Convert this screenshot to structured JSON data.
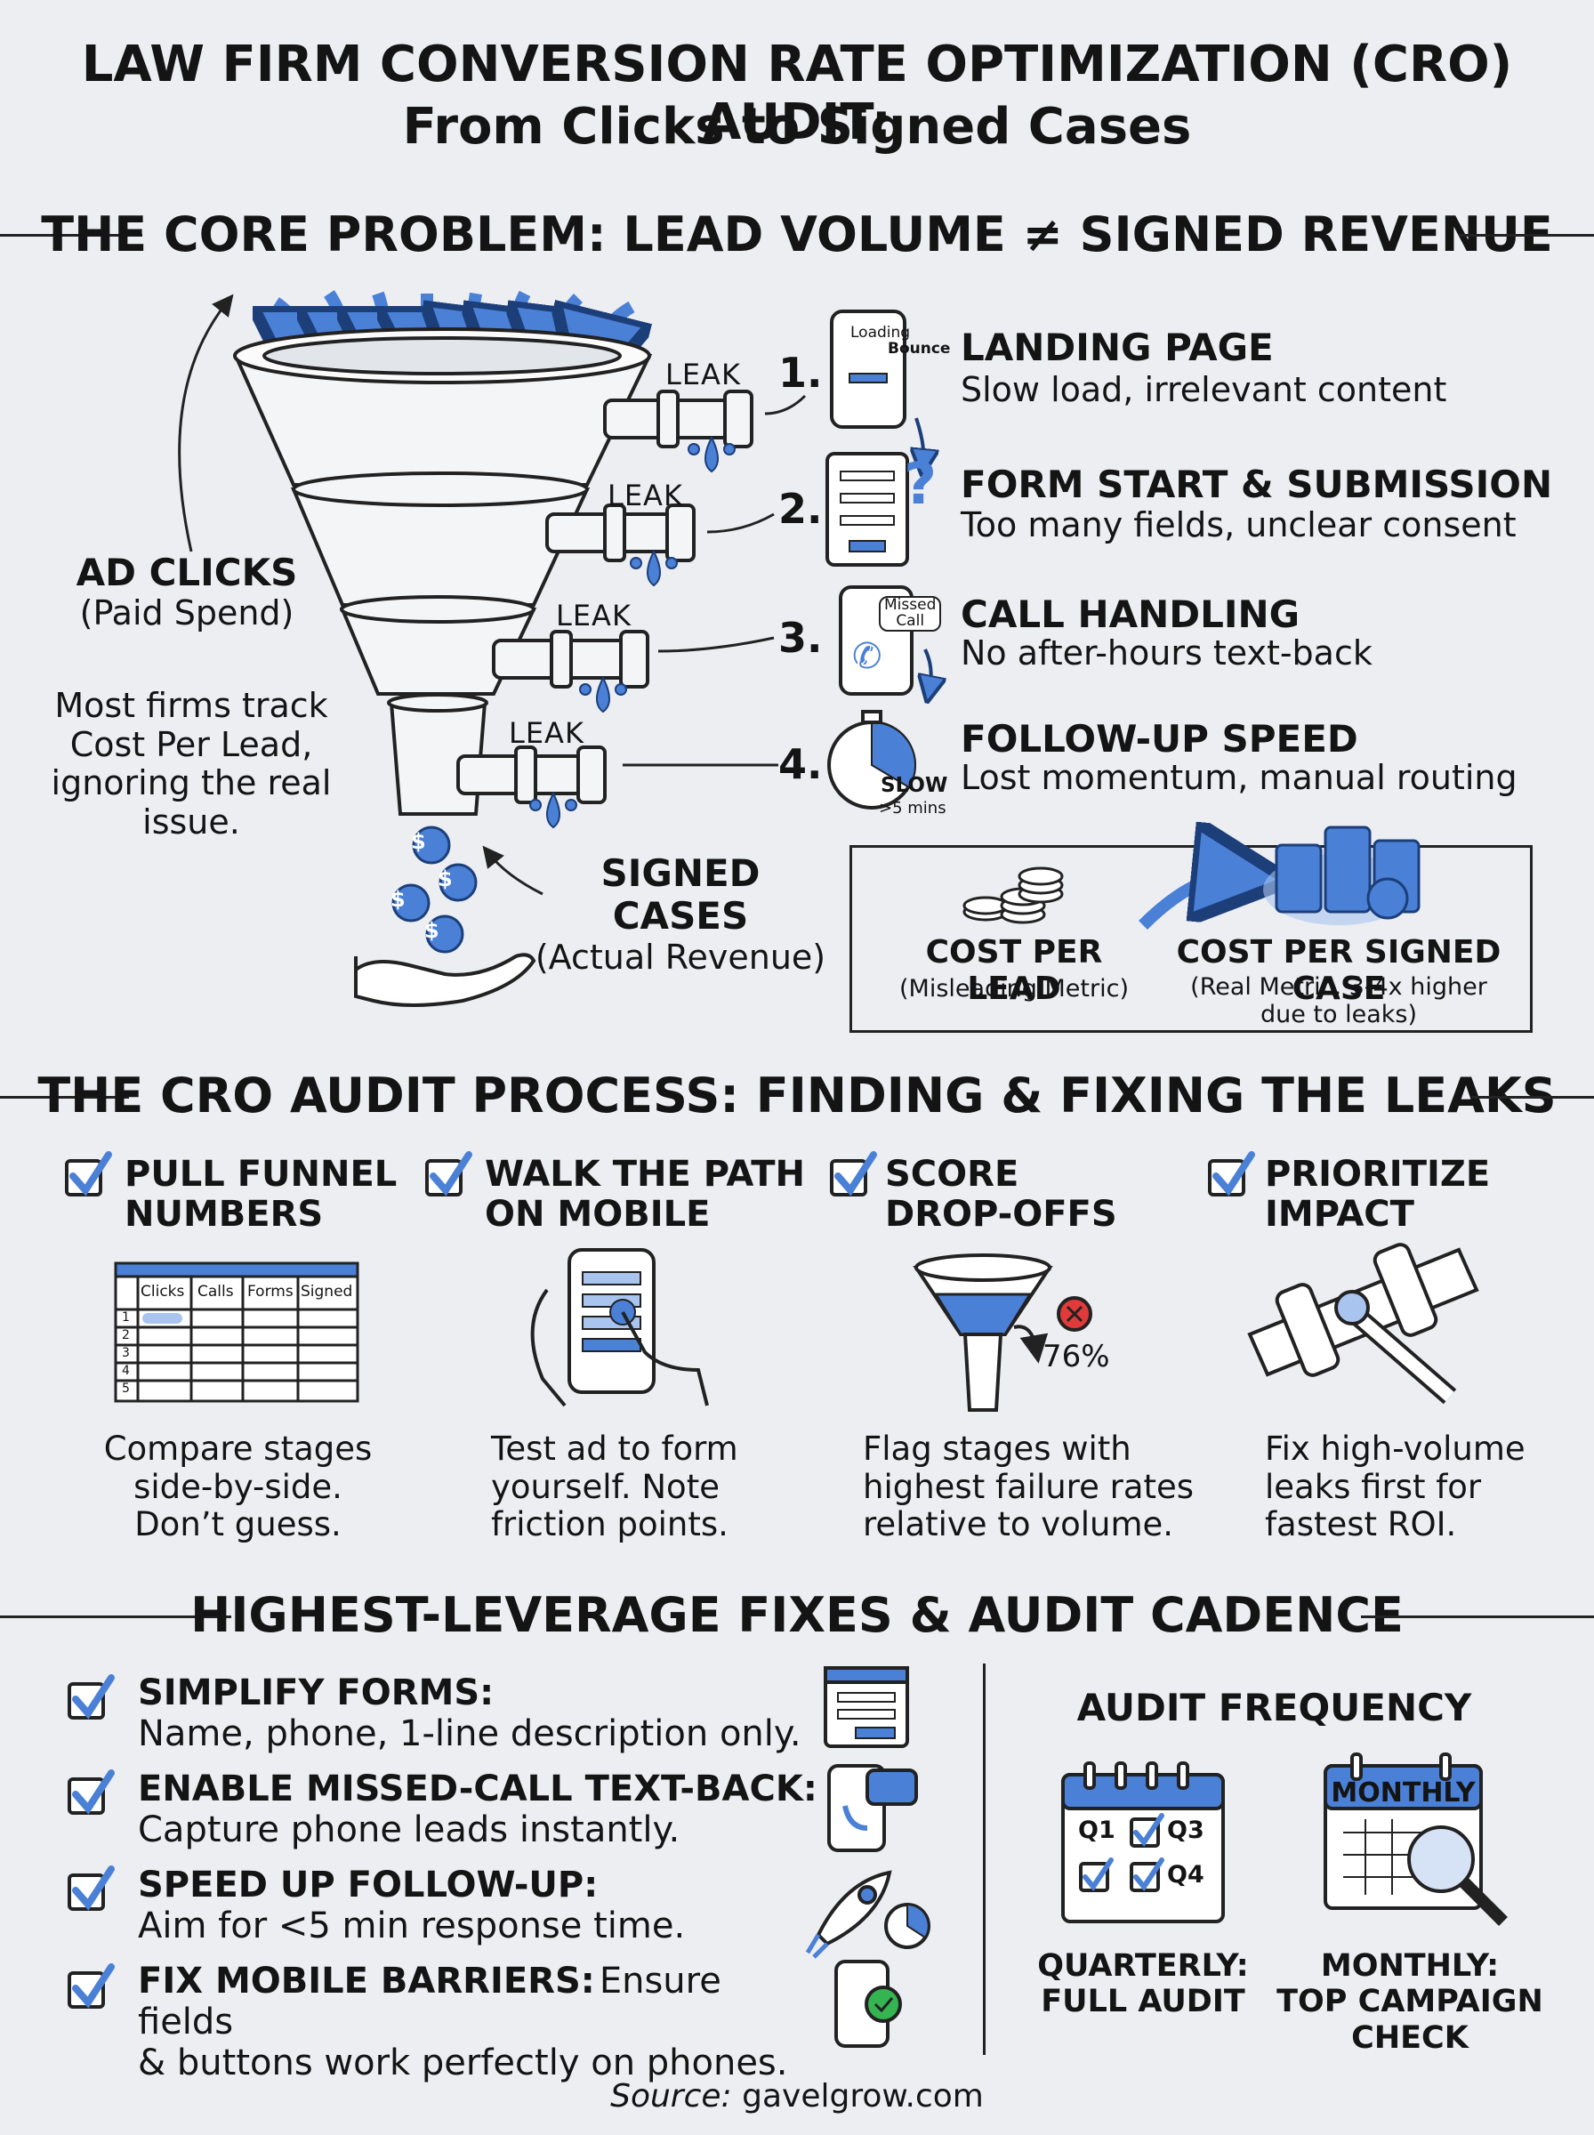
{
  "header": {
    "title_line1": "LAW FIRM CONVERSION RATE OPTIMIZATION (CRO) AUDIT:",
    "title_line2": "From Clicks to Signed Cases"
  },
  "core_problem": {
    "heading": "THE CORE PROBLEM: LEAD VOLUME ≠ SIGNED REVENUE",
    "ad_clicks": {
      "title": "AD CLICKS",
      "subtitle": "(Paid Spend)"
    },
    "note": "Most firms track Cost Per Lead, ignoring the real issue.",
    "signed_cases": {
      "title": "SIGNED CASES",
      "subtitle": "(Actual Revenue)"
    },
    "leak_label": "LEAK",
    "stages": [
      {
        "number": "1.",
        "title": "LANDING PAGE",
        "desc": "Slow load, irrelevant content",
        "icon_text": [
          "Bounce",
          "Loading"
        ],
        "icon": "phone-loading-icon"
      },
      {
        "number": "2.",
        "title": "FORM START & SUBMISSION",
        "desc": "Too many fields, unclear consent",
        "icon_text": [],
        "icon": "form-question-icon"
      },
      {
        "number": "3.",
        "title": "CALL HANDLING",
        "desc": "No after-hours text-back",
        "icon_text": [
          "Missed",
          "Call"
        ],
        "icon": "missed-call-icon"
      },
      {
        "number": "4.",
        "title": "FOLLOW-UP SPEED",
        "desc": "Lost momentum, manual routing",
        "icon_text": [
          "SLOW",
          ">5 mins"
        ],
        "icon": "stopwatch-icon"
      }
    ],
    "cost": {
      "cpl_title": "COST PER LEAD",
      "cpl_sub": "(Misleading Metric)",
      "cpsc_title": "COST PER SIGNED CASE",
      "cpsc_sub": "(Real Metric, 3-4x higher due to leaks)"
    },
    "coin_symbol": "$"
  },
  "audit_process": {
    "heading": "THE CRO AUDIT PROCESS: FINDING & FIXING THE LEAKS",
    "steps": [
      {
        "title": [
          "PULL FUNNEL",
          "NUMBERS"
        ],
        "desc": [
          "Compare stages",
          "side-by-side.",
          "Don’t guess."
        ],
        "icon": "spreadsheet-icon"
      },
      {
        "title": [
          "WALK THE PATH",
          "ON MOBILE"
        ],
        "desc": [
          "Test ad to form",
          "yourself. Note",
          "friction points."
        ],
        "icon": "mobile-tap-icon"
      },
      {
        "title": [
          "SCORE",
          "DROP-OFFS"
        ],
        "desc": [
          "Flag stages with",
          "highest failure rates",
          "relative to volume."
        ],
        "icon": "funnel-dropoff-icon"
      },
      {
        "title": [
          "PRIORITIZE",
          "IMPACT"
        ],
        "desc": [
          "Fix high-volume",
          "leaks first for",
          "fastest ROI."
        ],
        "icon": "wrench-pipe-icon"
      }
    ],
    "table_headers": [
      "Clicks",
      "Calls",
      "Forms",
      "Signed"
    ],
    "table_rows": [
      "1",
      "2",
      "3",
      "4",
      "5"
    ],
    "dropoff_pct": "76%"
  },
  "fixes": {
    "heading": "HIGHEST-LEVERAGE FIXES & AUDIT CADENCE",
    "items": [
      {
        "title": "SIMPLIFY FORMS:",
        "desc": "Name, phone, 1-line description only.",
        "icon": "browser-form-icon"
      },
      {
        "title": "ENABLE MISSED-CALL TEXT-BACK:",
        "desc": "Capture phone leads instantly.",
        "icon": "phone-message-icon"
      },
      {
        "title": "SPEED UP FOLLOW-UP:",
        "desc": "Aim for <5 min response time.",
        "icon": "rocket-stopwatch-icon"
      },
      {
        "title": "FIX MOBILE BARRIERS:",
        "desc_inline": "Ensure fields",
        "desc": "& buttons work perfectly on phones.",
        "icon": "phone-check-icon"
      }
    ],
    "frequency": {
      "title": "AUDIT FREQUENCY",
      "quarters": [
        "Q1",
        "Q3",
        "Q4"
      ],
      "monthly_badge": "MONTHLY",
      "quarterly_label": [
        "QUARTERLY:",
        "FULL AUDIT"
      ],
      "monthly_label": [
        "MONTHLY:",
        "TOP CAMPAIGN",
        "CHECK"
      ]
    }
  },
  "footer": {
    "source_prefix": "Source:",
    "source_site": "gavelgrow.com"
  },
  "colors": {
    "accent": "#4a80d6",
    "accent_light": "#a9c4ee",
    "ink": "#222222",
    "bg": "#eceef2"
  }
}
